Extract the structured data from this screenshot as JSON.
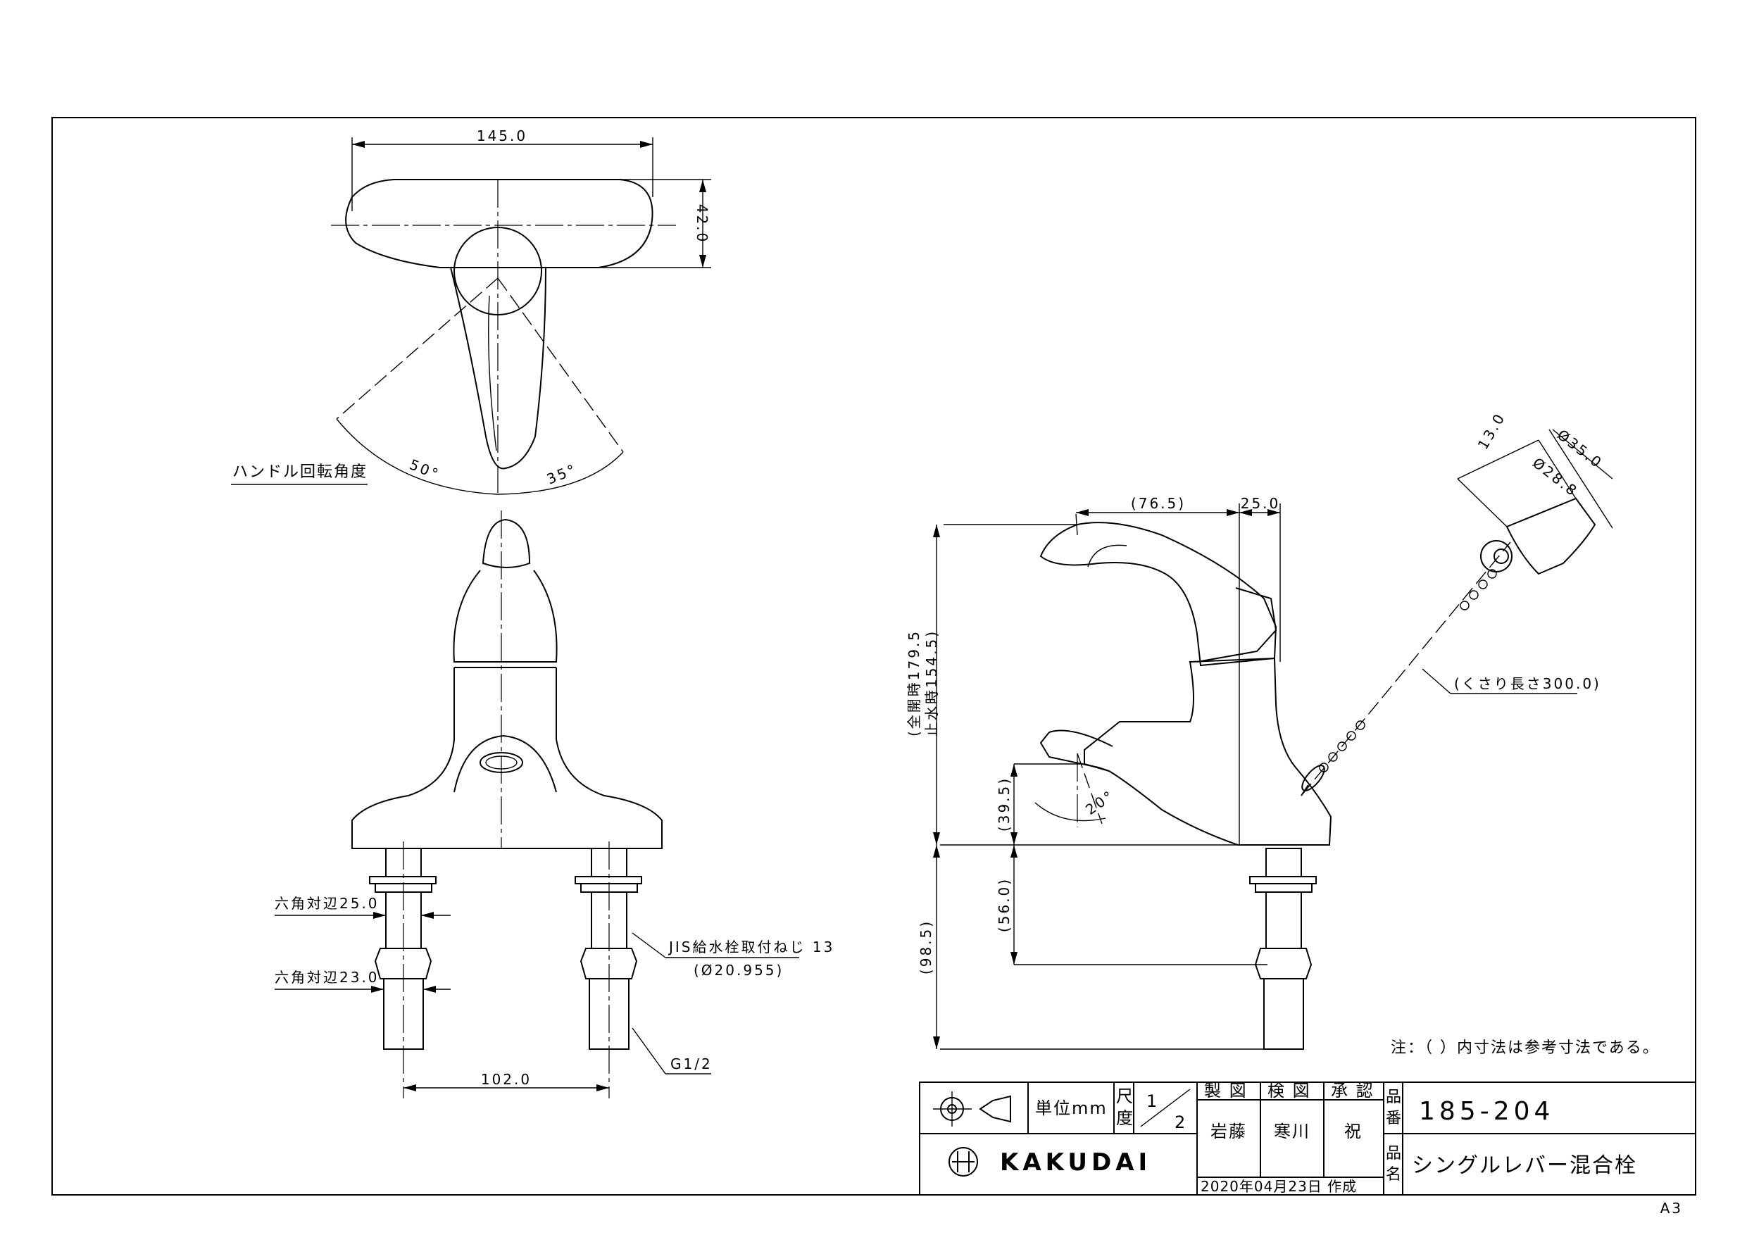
{
  "dimensions": {
    "top_width": "145.0",
    "top_height": "42.0",
    "angle_left": "50°",
    "angle_right": "35°",
    "handle_rotation_label": "ハンドル回転角度",
    "hex_25": "六角対辺25.0",
    "hex_23": "六角対辺23.0",
    "pitch": "102.0",
    "jis_thread": "JIS給水栓取付ねじ 13",
    "jis_diameter": "(Ø20.955)",
    "g_thread": "G1/2",
    "spout_reach": "(76.5)",
    "lever_depth": "25.0",
    "height_open": "(全開時179.5",
    "height_closed": "止水時154.5)",
    "spout_height": "(39.5)",
    "spout_angle": "20°",
    "below_counter": "(56.0)",
    "total_below": "(98.5)",
    "chain_length": "(くさり長さ300.0)",
    "plug_13": "13.0",
    "plug_35": "Ø35.0",
    "plug_28": "Ø28.8"
  },
  "note": "注：（ ）内寸法は参考寸法である。",
  "title_block": {
    "unit_label": "単位mm",
    "scale_label_1": "尺",
    "scale_label_2": "度",
    "scale_num": "1",
    "scale_den": "2",
    "made_label": "製 図",
    "checked_label": "検 図",
    "approved_label": "承 認",
    "made_by": "岩藤",
    "checked_by": "寒川",
    "approved_by": "祝",
    "date": "2020年04月23日 作成",
    "part_no_label_1": "品",
    "part_no_label_2": "番",
    "part_no": "185-204",
    "name_label_1": "品",
    "name_label_2": "名",
    "product_name": "シングルレバー混合栓",
    "brand": "KAKUDAI"
  },
  "sheet_size": "A3"
}
